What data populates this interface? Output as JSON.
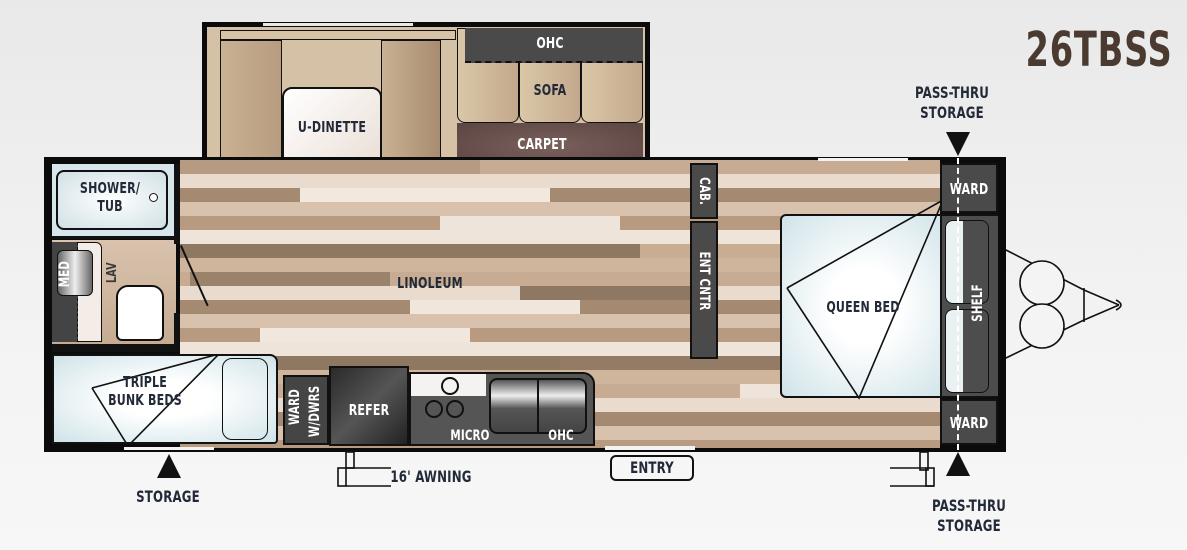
{
  "model": "26TBSS",
  "colors": {
    "title": "#4a3a30",
    "wall": "#0b0b0b",
    "dark_cabinet": "#4a4a4a",
    "carpet": "#6b5450",
    "bed": "#d6e7eb",
    "floor_light": "#e9dccf",
    "floor_dark": "#8e7862",
    "label": "#222a38"
  },
  "rooms": {
    "dinette": "U-DINETTE",
    "sofa": "SOFA",
    "ohc_top": "OHC",
    "carpet": "CARPET",
    "shower": "SHOWER/\nTUB",
    "shower_line1": "SHOWER/",
    "shower_line2": "TUB",
    "med": "MED",
    "lav": "LAV",
    "linoleum": "LINOLEUM",
    "cab": "CAB.",
    "ent_cntr": "ENT CNTR",
    "queen_bed": "QUEEN BED",
    "shelf": "SHELF",
    "ward_top": "WARD",
    "ward_bottom": "WARD",
    "bunks_line1": "TRIPLE",
    "bunks_line2": "BUNK BEDS",
    "ward_dwrs_line1": "WARD",
    "ward_dwrs_line2": "W/DWRS",
    "refer": "REFER",
    "micro": "MICRO",
    "ohc_bottom": "OHC"
  },
  "callouts": {
    "pass_thru_top_line1": "PASS-THRU",
    "pass_thru_top_line2": "STORAGE",
    "pass_thru_bottom_line1": "PASS-THRU",
    "pass_thru_bottom_line2": "STORAGE",
    "storage": "STORAGE",
    "awning": "16' AWNING",
    "entry": "ENTRY"
  }
}
